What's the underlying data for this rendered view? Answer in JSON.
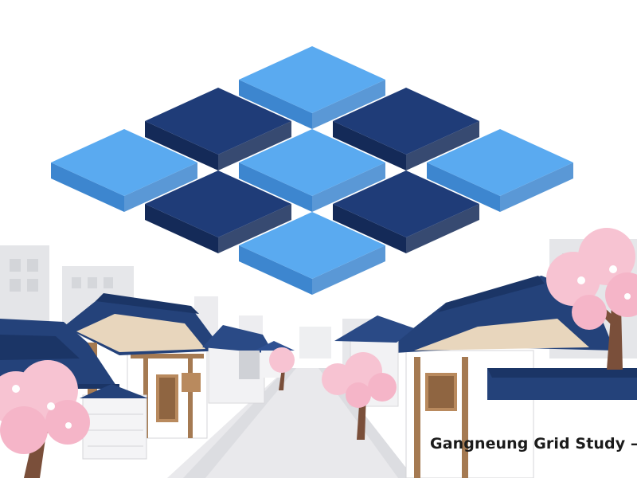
{
  "caption": "Gangneung Grid Study —",
  "colors": {
    "light_tile_top": "#5aaaf0",
    "light_tile_side": "#3d86cf",
    "dark_tile_top": "#1f3c78",
    "dark_tile_side": "#142a58",
    "roof": "#24427a",
    "timber": "#a57a52",
    "blossom": "#f7c3d2",
    "road": "#e9e9ec",
    "building_grey": "#e2e4e7"
  },
  "illustration": {
    "tile_grid": {
      "rows": [
        [
          "light",
          "dark",
          "light"
        ],
        [
          "dark",
          "light",
          "dark"
        ],
        [
          "light",
          "dark",
          "light"
        ]
      ]
    },
    "icons": [
      "isometric-tile-icon",
      "hanok-roof-icon",
      "cherry-blossom-tree-icon"
    ]
  }
}
